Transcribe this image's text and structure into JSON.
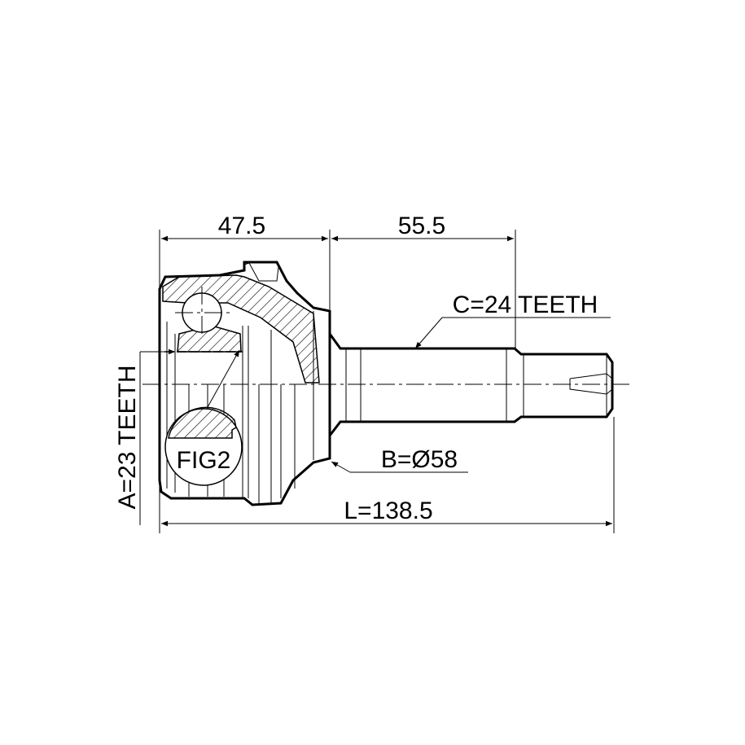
{
  "drawing": {
    "dimension_left": "47.5",
    "dimension_right": "55.5",
    "spline_outer": "C=24 TEETH",
    "spline_inner": "A=23 TEETH",
    "diameter": "B=Ø58",
    "length": "L=138.5",
    "detail_label": "FIG2"
  }
}
